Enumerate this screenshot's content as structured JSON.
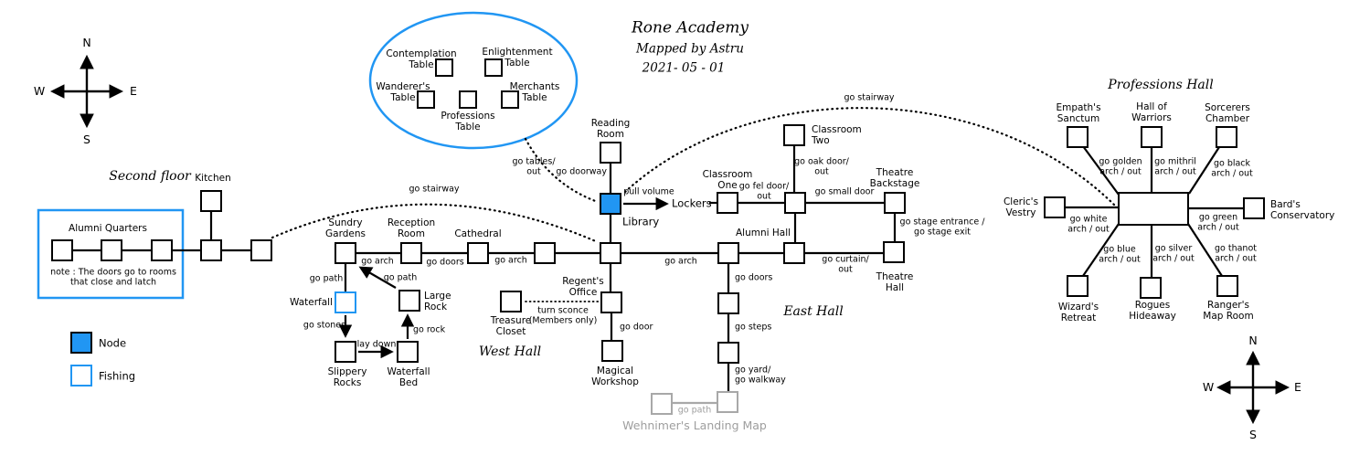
{
  "colors": {
    "accent_blue": "#2196f3",
    "gray": "#9e9e9e"
  },
  "title": {
    "name": "Rone Academy",
    "mapped_by": "Mapped by Astru",
    "date": "2021- 05 - 01"
  },
  "compass": {
    "n": "N",
    "e": "E",
    "s": "S",
    "w": "W"
  },
  "legend": {
    "node": "Node",
    "fishing": "Fishing"
  },
  "sections": {
    "second_floor": "Second floor",
    "west_hall": "West Hall",
    "east_hall": "East Hall",
    "professions_hall": "Professions Hall"
  },
  "tables": {
    "contemplation": "Contemplation\nTable",
    "enlightenment": "Enlightenment\nTable",
    "wanderers": "Wanderer's\nTable",
    "professions": "Professions\nTable",
    "merchants": "Merchants\nTable"
  },
  "rooms": {
    "kitchen": "Kitchen",
    "alumni_quarters": "Alumni Quarters",
    "reading_room": "Reading\nRoom",
    "library": "Library",
    "lockers": "Lockers",
    "sundry_gardens": "Sundry\nGardens",
    "reception_room": "Reception\nRoom",
    "cathedral": "Cathedral",
    "regents_office": "Regent's\nOffice",
    "treasure_closet": "Treasure\nCloset",
    "magical_workshop": "Magical\nWorkshop",
    "waterfall": "Waterfall",
    "slippery_rocks": "Slippery\nRocks",
    "waterfall_bed": "Waterfall\nBed",
    "large_rock": "Large\nRock",
    "classroom_one": "Classroom\nOne",
    "classroom_two": "Classroom\nTwo",
    "theatre_backstage": "Theatre\nBackstage",
    "alumni_hall": "Alumni Hall",
    "theatre_hall": "Theatre\nHall",
    "empaths_sanctum": "Empath's\nSanctum",
    "hall_of_warriors": "Hall of\nWarriors",
    "sorcerers_chamber": "Sorcerers\nChamber",
    "clerics_vestry": "Cleric's\nVestry",
    "bards_conservatory": "Bard's\nConservatory",
    "wizards_retreat": "Wizard's\nRetreat",
    "rogues_hideaway": "Rogues\nHideaway",
    "rangers_map_room": "Ranger's\nMap Room"
  },
  "paths": {
    "go_tables": "go tables/\nout",
    "go_doorway": "go doorway",
    "pull_volume": "pull volume",
    "go_stairway": "go stairway",
    "go_arch": "go arch",
    "go_doors": "go doors",
    "go_path": "go path",
    "go_stones": "go stones",
    "lay_down": "lay down",
    "go_rock": "go rock",
    "go_door": "go door",
    "go_fel_door": "go fel door/\nout",
    "go_oak_door": "go oak door/\nout",
    "go_small_door": "go small door",
    "go_curtain": "go curtain/\nout",
    "go_stage": "go stage entrance /\ngo stage exit",
    "go_steps": "go steps",
    "go_yard": "go yard/\ngo walkway",
    "go_golden": "go golden\narch / out",
    "go_mithril": "go mithril\narch / out",
    "go_black": "go black\narch /  out",
    "go_white": "go white\narch / out",
    "go_green": "go green\narch / out",
    "go_blue": "go blue\narch / out",
    "go_silver": "go silver\narch / out",
    "go_thanot": "go thanot\narch / out"
  },
  "notes": {
    "alumni_quarters": "note : The doors go to rooms\nthat close and latch",
    "treasure": "turn sconce\n(Members only)"
  },
  "gray": {
    "map_link": "Wehnimer's Landing Map",
    "go_path": "go path"
  }
}
